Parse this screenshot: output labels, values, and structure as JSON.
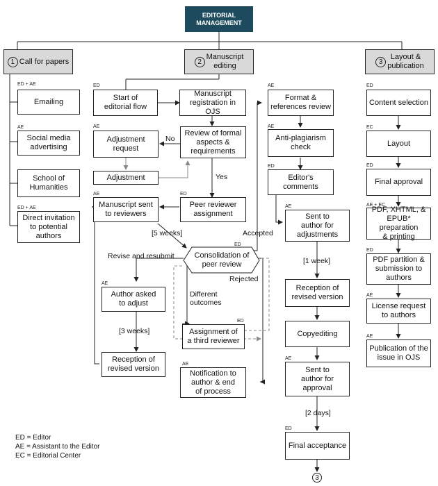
{
  "title": "EDITORIAL\nMANAGEMENT",
  "sections": {
    "s1": {
      "num": "1",
      "label": "Call for papers"
    },
    "s2": {
      "num": "2",
      "label": "Manuscript\nediting"
    },
    "s3": {
      "num": "3",
      "label": "Layout &\npublication"
    }
  },
  "call": {
    "emailing": "Emailing",
    "social": "Social media\nadvertising",
    "school": "School of\nHumanities",
    "direct": "Direct invitation\nto potential\nauthors"
  },
  "editing": {
    "start": "Start of\neditorial flow",
    "registration": "Manuscript\nregistration in OJS",
    "review_formal": "Review of formal\naspects &\nrequirements",
    "adj_request": "Adjustment\nrequest",
    "adjustment": "Adjustment",
    "peer_assign": "Peer reviewer\nassignment",
    "sent_reviewers": "Manuscript sent\nto reviewers",
    "consolidation": "Consolidation of\npeer review",
    "author_adjust": "Author asked\nto adjust",
    "reception1": "Reception of\nrevised version",
    "third_reviewer": "Assignment of\na third reviewer",
    "notification": "Notification to\nauthor & end\nof process"
  },
  "process": {
    "format": "Format &\nreferences review",
    "antiplag": "Anti-plagiarism\ncheck",
    "comments": "Editor's comments",
    "sent_adjust": "Sent to\nauthor for\nadjustments",
    "reception2": "Reception of\nrevised version",
    "copyediting": "Copyediting",
    "sent_approval": "Sent to\nauthor for\napproval",
    "final_acceptance": "Final acceptance",
    "end_ref": "3"
  },
  "layout": {
    "content": "Content selection",
    "layout": "Layout",
    "final_approval": "Final approval",
    "pdf_prep": "PDF, XHTML, &\nEPUB* preparation\n& printing",
    "pdf_partition": "PDF partition &\nsubmission to\nauthors",
    "license": "License request\nto authors",
    "publication": "Publication of the\nissue in OJS"
  },
  "roles": {
    "ed_ae": "ED + AE",
    "ae": "AE",
    "ed": "ED",
    "ec": "EC",
    "ae_ec": "AE + EC"
  },
  "labels": {
    "no": "No",
    "yes": "Yes",
    "five_weeks": "[5 weeks]",
    "accepted": "Accepted",
    "revise": "Revise and resubmit",
    "rejected": "Rejected",
    "different": "Different\noutcomes",
    "three_weeks": "[3 weeks]",
    "one_week": "[1 week]",
    "two_days": "[2 days]"
  },
  "legend": {
    "ed": "ED = Editor",
    "ae": "AE = Assistant to the Editor",
    "ec": "EC = Editorial Center"
  },
  "colors": {
    "title_bg": "#1d4a5c",
    "section_bg": "#d9d9d9",
    "gray_arrow": "#888888"
  }
}
